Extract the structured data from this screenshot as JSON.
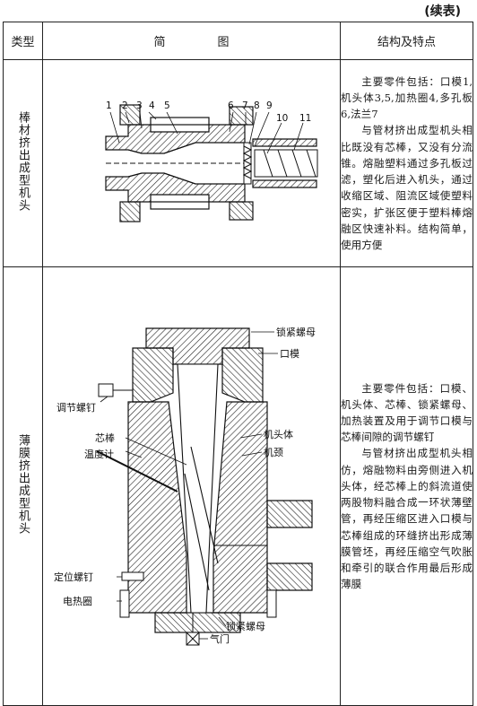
{
  "continued": "(续表)",
  "header": {
    "type": "类型",
    "figure": "简图",
    "features": "结构及特点"
  },
  "rows": [
    {
      "type": "棒材挤出成型机头",
      "parts": "主要零件包括：口模1,机头体3,5,加热圈4,多孔板6,法兰7",
      "features": "与管材挤出成型机头相比既没有芯棒，又没有分流锥。熔融塑料通过多孔板过滤，塑化后进入机头，通过收缩区域、阻流区域使塑料密实，扩张区便于塑料棒熔融区快速补料。结构简单，使用方便",
      "callouts": [
        "1",
        "2",
        "3",
        "4",
        "5",
        "6",
        "7",
        "8",
        "9",
        "10",
        "11"
      ]
    },
    {
      "type": "薄膜挤出成型机头",
      "parts": "主要零件包括：口模、机头体、芯棒、锁紧螺母、加热装置及用于调节口模与芯棒间隙的调节螺钉",
      "features": "与管材挤出成型机头相仿，熔融物料由旁侧进入机头体，经芯棒上的斜流道使两股物料融合成一环状薄壁管，再经压缩区进入口模与芯棒组成的环缝挤出形成薄膜管坯，再经压缩空气吹胀和牵引的联合作用最后形成薄膜",
      "labels": {
        "lock_nut_top": "锁紧螺母",
        "die": "口模",
        "adjust_screw": "调节螺钉",
        "mandrel": "芯棒",
        "thermometer": "温度计",
        "head_body": "机头体",
        "neck": "机颈",
        "locating_screw": "定位螺钉",
        "heater": "电热圈",
        "lock_nut_bottom": "锁紧螺母",
        "air_valve": "气门"
      }
    }
  ]
}
